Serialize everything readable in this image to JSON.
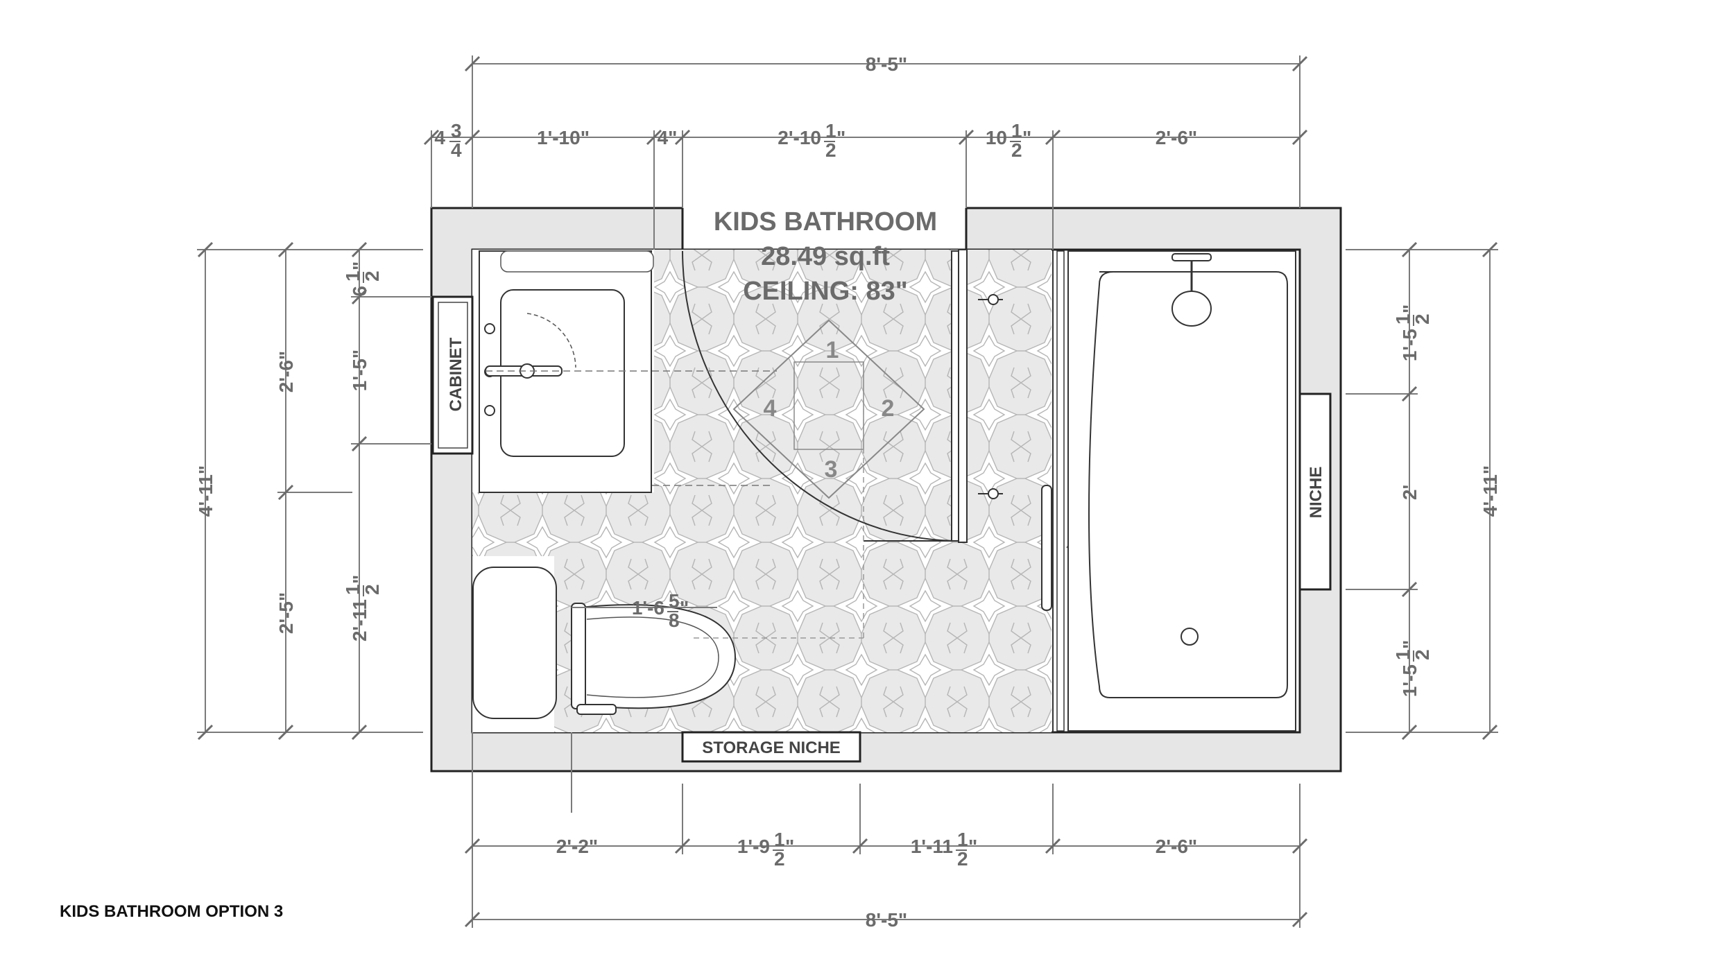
{
  "room": {
    "name": "KIDS BATHROOM",
    "area": "28.49 sq.ft",
    "ceiling": "CEILING: 83\""
  },
  "caption": "KIDS BATHROOM OPTION 3",
  "labels": {
    "cabinet": "CABINET",
    "niche": "NICHE",
    "storage_niche": "STORAGE NICHE"
  },
  "zones": [
    "1",
    "2",
    "3",
    "4"
  ],
  "dimensions": {
    "top_overall": "8'-5\"",
    "top": [
      {
        "whole": "4",
        "num": "3",
        "den": "4",
        "suffix": ""
      },
      {
        "whole": "1'-10\"",
        "num": "",
        "den": "",
        "suffix": ""
      },
      {
        "whole": "4\"",
        "num": "",
        "den": "",
        "suffix": ""
      },
      {
        "whole": "2'-10",
        "num": "1",
        "den": "2",
        "suffix": "\""
      },
      {
        "whole": "10",
        "num": "1",
        "den": "2",
        "suffix": "\""
      },
      {
        "whole": "2'-6\"",
        "num": "",
        "den": "",
        "suffix": ""
      }
    ],
    "bottom": [
      {
        "whole": "2'-2\"",
        "num": "",
        "den": "",
        "suffix": ""
      },
      {
        "whole": "1'-9",
        "num": "1",
        "den": "2",
        "suffix": "\""
      },
      {
        "whole": "1'-11",
        "num": "1",
        "den": "2",
        "suffix": "\""
      },
      {
        "whole": "2'-6\"",
        "num": "",
        "den": "",
        "suffix": ""
      }
    ],
    "bottom_overall": "8'-5\"",
    "left_overall": "4'-11\"",
    "left_outer": [
      "2'-6\"",
      "2'-5\""
    ],
    "left_inner": [
      {
        "whole": "6",
        "num": "1",
        "den": "2",
        "suffix": "\""
      },
      {
        "whole": "1'-5\"",
        "num": "",
        "den": "",
        "suffix": ""
      },
      {
        "whole": "2'-11",
        "num": "1",
        "den": "2",
        "suffix": "\""
      }
    ],
    "right_inner": [
      {
        "whole": "1'-5",
        "num": "1",
        "den": "2",
        "suffix": "\""
      },
      {
        "whole": "2'",
        "num": "",
        "den": "",
        "suffix": ""
      },
      {
        "whole": "1'-5",
        "num": "1",
        "den": "2",
        "suffix": "\""
      }
    ],
    "right_overall": "4'-11\"",
    "toilet_clear": {
      "whole": "1'-6",
      "num": "5",
      "den": "8",
      "suffix": "\""
    }
  }
}
